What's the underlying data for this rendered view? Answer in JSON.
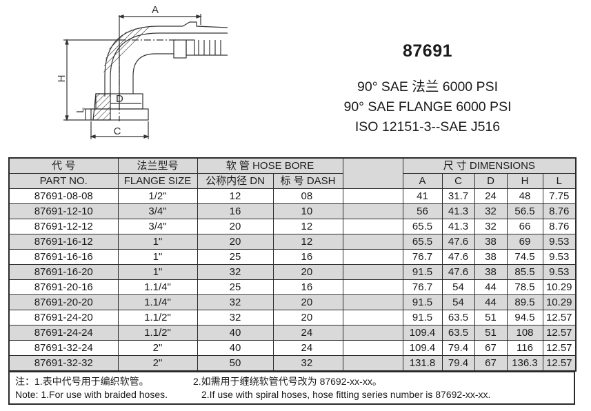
{
  "drawing": {
    "labels": {
      "A": "A",
      "H": "H",
      "D": "D",
      "L": "L",
      "C": "C"
    }
  },
  "title": {
    "model": "87691",
    "line_cn": "90°  SAE 法兰 6000 PSI",
    "line_en": "90° SAE FLANGE 6000 PSI",
    "line_std": "ISO 12151-3--SAE J516"
  },
  "table": {
    "header": {
      "part_cn": "代  号",
      "part_en": "PART NO.",
      "flange_cn": "法兰型号",
      "flange_en": "FLANGE SIZE",
      "hose_bore": "软   管  HOSE BORE",
      "dn": "公称内径 DN",
      "dash": "标  号  DASH",
      "dimensions": "尺  寸 DIMENSIONS",
      "A": "A",
      "C": "C",
      "D": "D",
      "H": "H",
      "L": "L"
    },
    "rows": [
      {
        "part": "87691-08-08",
        "flange": "1/2\"",
        "dn": "12",
        "dash": "08",
        "A": "41",
        "C": "31.7",
        "D": "24",
        "H": "48",
        "L": "7.75"
      },
      {
        "part": "87691-12-10",
        "flange": "3/4\"",
        "dn": "16",
        "dash": "10",
        "A": "56",
        "C": "41.3",
        "D": "32",
        "H": "56.5",
        "L": "8.76"
      },
      {
        "part": "87691-12-12",
        "flange": "3/4\"",
        "dn": "20",
        "dash": "12",
        "A": "65.5",
        "C": "41.3",
        "D": "32",
        "H": "66",
        "L": "8.76"
      },
      {
        "part": "87691-16-12",
        "flange": "1\"",
        "dn": "20",
        "dash": "12",
        "A": "65.5",
        "C": "47.6",
        "D": "38",
        "H": "69",
        "L": "9.53"
      },
      {
        "part": "87691-16-16",
        "flange": "1\"",
        "dn": "25",
        "dash": "16",
        "A": "76.7",
        "C": "47.6",
        "D": "38",
        "H": "74.5",
        "L": "9.53"
      },
      {
        "part": "87691-16-20",
        "flange": "1\"",
        "dn": "32",
        "dash": "20",
        "A": "91.5",
        "C": "47.6",
        "D": "38",
        "H": "85.5",
        "L": "9.53"
      },
      {
        "part": "87691-20-16",
        "flange": "1.1/4\"",
        "dn": "25",
        "dash": "16",
        "A": "76.7",
        "C": "54",
        "D": "44",
        "H": "78.5",
        "L": "10.29"
      },
      {
        "part": "87691-20-20",
        "flange": "1.1/4\"",
        "dn": "32",
        "dash": "20",
        "A": "91.5",
        "C": "54",
        "D": "44",
        "H": "89.5",
        "L": "10.29"
      },
      {
        "part": "87691-24-20",
        "flange": "1.1/2\"",
        "dn": "32",
        "dash": "20",
        "A": "91.5",
        "C": "63.5",
        "D": "51",
        "H": "94.5",
        "L": "12.57"
      },
      {
        "part": "87691-24-24",
        "flange": "1.1/2\"",
        "dn": "40",
        "dash": "24",
        "A": "109.4",
        "C": "63.5",
        "D": "51",
        "H": "108",
        "L": "12.57"
      },
      {
        "part": "87691-32-24",
        "flange": "2\"",
        "dn": "40",
        "dash": "24",
        "A": "109.4",
        "C": "79.4",
        "D": "67",
        "H": "116",
        "L": "12.57"
      },
      {
        "part": "87691-32-32",
        "flange": "2\"",
        "dn": "50",
        "dash": "32",
        "A": "131.8",
        "C": "79.4",
        "D": "67",
        "H": "136.3",
        "L": "12.57"
      }
    ]
  },
  "notes": {
    "cn_1": "注：1.表中代号用于编织软管。",
    "cn_2": "2.如需用于缠绕软管代号改为 87692-xx-xx。",
    "en_1": "Note: 1.For use with braided hoses.",
    "en_2": "2.If use with spiral hoses, hose fitting series number is  87692-xx-xx."
  }
}
